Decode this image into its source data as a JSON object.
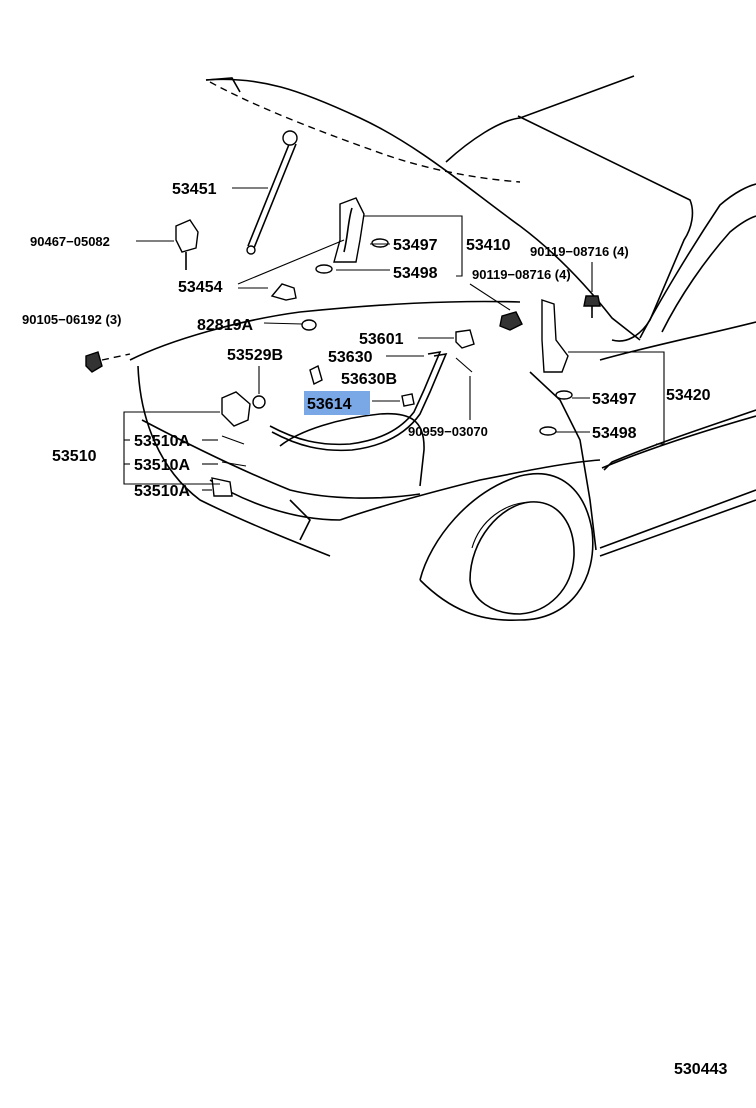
{
  "colors": {
    "line": "#000000",
    "highlight": "#7aa7e6",
    "background": "#ffffff"
  },
  "labels": {
    "p53451": "53451",
    "p90467": "90467−05082",
    "p53497_top": "53497",
    "p53410": "53410",
    "p53498_top": "53498",
    "p90119_a": "90119−08716 (4)",
    "p90119_b": "90119−08716 (4)",
    "p53454": "53454",
    "p90105": "90105−06192 (3)",
    "p82819A": "82819A",
    "p53601": "53601",
    "p53529B": "53529B",
    "p53630": "53630",
    "p53630B": "53630B",
    "p53614": "53614",
    "p53497_right": "53497",
    "p53420": "53420",
    "p90959": "90959−03070",
    "p53498_right": "53498",
    "p53510": "53510",
    "p53510A_1": "53510A",
    "p53510A_2": "53510A",
    "p53510A_3": "53510A"
  },
  "diagram_id": "530443",
  "highlighted_part": "53614"
}
